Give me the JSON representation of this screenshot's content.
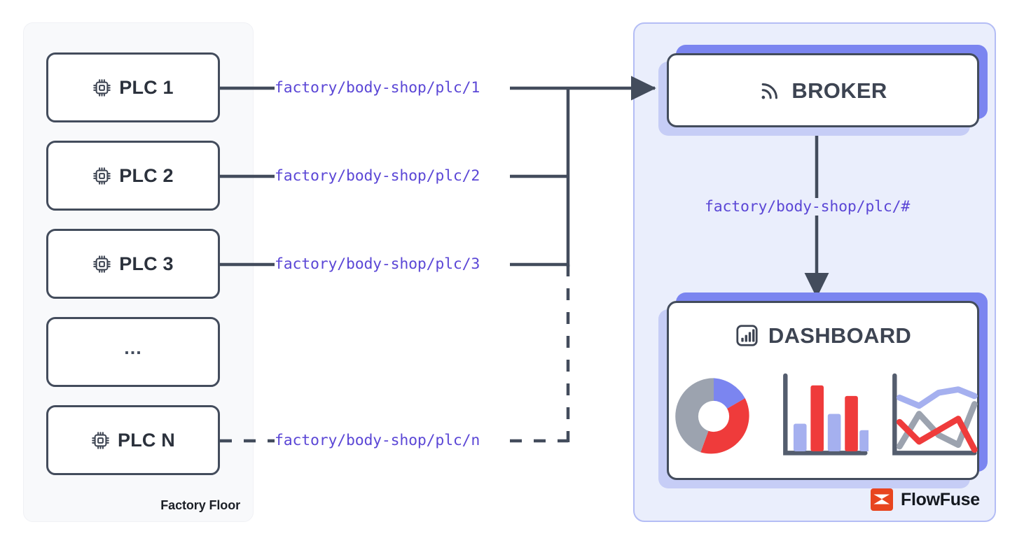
{
  "diagram": {
    "title": "MQTT PLC to Broker to Dashboard flow",
    "colors": {
      "topic_text": "#5b47d6",
      "outline": "#434c5c",
      "panel_cloud_fill": "#eaeefc",
      "panel_cloud_border": "#b4bdf5",
      "panel_factory_fill": "#f8f9fb",
      "layer_purple": "#7b85f0",
      "layer_lavender": "#c6cdf6",
      "chart_red": "#ef3b3b",
      "chart_lavender": "#a5b0ef",
      "chart_gray": "#9ca3af",
      "brand_orange": "#e8451f"
    }
  },
  "factory_panel": {
    "caption": "Factory Floor",
    "devices": [
      {
        "label": "PLC 1",
        "icon": "cpu-icon",
        "has_icon": true
      },
      {
        "label": "PLC 2",
        "icon": "cpu-icon",
        "has_icon": true
      },
      {
        "label": "PLC 3",
        "icon": "cpu-icon",
        "has_icon": true
      },
      {
        "label": "...",
        "icon": "",
        "has_icon": false
      },
      {
        "label": "PLC N",
        "icon": "cpu-icon",
        "has_icon": true
      }
    ]
  },
  "topics": {
    "publish": [
      "factory/body-shop/plc/1",
      "factory/body-shop/plc/2",
      "factory/body-shop/plc/3",
      "factory/body-shop/plc/n"
    ],
    "subscribe": "factory/body-shop/plc/#"
  },
  "cloud_panel": {
    "broker": {
      "label": "BROKER",
      "icon": "broadcast-icon"
    },
    "dashboard": {
      "label": "DASHBOARD",
      "icon": "bar-chart-icon"
    }
  },
  "brand": {
    "name": "FlowFuse",
    "logo": "flowfuse-logo-icon"
  },
  "chart_data": [
    {
      "type": "pie",
      "title": "",
      "labels": [
        "segment-blue",
        "segment-red",
        "segment-gray"
      ],
      "values": [
        15,
        40,
        45
      ],
      "colors": [
        "#7b85f0",
        "#ef3b3b",
        "#9ca3af"
      ],
      "donut": true
    },
    {
      "type": "bar",
      "title": "",
      "categories": [
        "1",
        "2",
        "3",
        "4",
        "5"
      ],
      "values": [
        38,
        92,
        55,
        78,
        28
      ],
      "colors": [
        "#a5b0ef",
        "#ef3b3b",
        "#a5b0ef",
        "#ef3b3b",
        "#a5b0ef"
      ],
      "ylim": [
        0,
        100
      ],
      "grid": false
    },
    {
      "type": "line",
      "title": "",
      "x": [
        0,
        1,
        2,
        3,
        4
      ],
      "series": [
        {
          "name": "lavender",
          "values": [
            78,
            68,
            72,
            88,
            82
          ],
          "color": "#a5b0ef"
        },
        {
          "name": "gray",
          "values": [
            12,
            52,
            28,
            14,
            70
          ],
          "color": "#9ca3af"
        },
        {
          "name": "red",
          "values": [
            40,
            18,
            30,
            44,
            10
          ],
          "color": "#ef3b3b"
        }
      ],
      "ylim": [
        0,
        100
      ],
      "grid": false
    }
  ]
}
